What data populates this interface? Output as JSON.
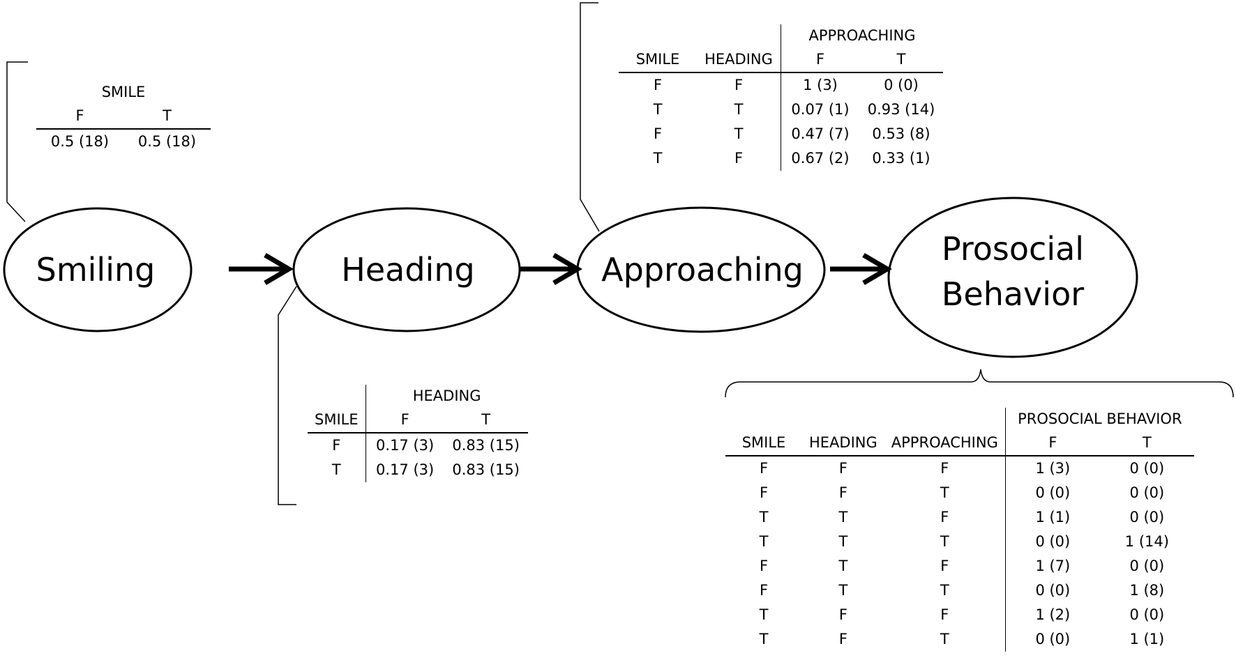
{
  "nodes": {
    "smiling": "Smiling",
    "heading": "Heading",
    "approaching": "Approaching",
    "prosocial_line1": "Prosocial",
    "prosocial_line2": "Behavior"
  },
  "smile_table": {
    "title": "SMILE",
    "cols": [
      "F",
      "T"
    ],
    "values": [
      "0.5 (18)",
      "0.5 (18)"
    ]
  },
  "heading_table": {
    "title": "HEADING",
    "row_header": "SMILE",
    "cols": [
      "F",
      "T"
    ],
    "rows": [
      {
        "smile": "F",
        "f": "0.17 (3)",
        "t": "0.83 (15)"
      },
      {
        "smile": "T",
        "f": "0.17 (3)",
        "t": "0.83 (15)"
      }
    ]
  },
  "approaching_table": {
    "title": "APPROACHING",
    "row_headers": [
      "SMILE",
      "HEADING"
    ],
    "cols": [
      "F",
      "T"
    ],
    "rows": [
      {
        "smile": "F",
        "heading": "F",
        "f": "1 (3)",
        "t": "0 (0)"
      },
      {
        "smile": "T",
        "heading": "T",
        "f": "0.07 (1)",
        "t": "0.93 (14)"
      },
      {
        "smile": "F",
        "heading": "T",
        "f": "0.47 (7)",
        "t": "0.53 (8)"
      },
      {
        "smile": "T",
        "heading": "F",
        "f": "0.67 (2)",
        "t": "0.33 (1)"
      }
    ]
  },
  "prosocial_table": {
    "title": "PROSOCIAL BEHAVIOR",
    "row_headers": [
      "SMILE",
      "HEADING",
      "APPROACHING"
    ],
    "cols": [
      "F",
      "T"
    ],
    "rows": [
      {
        "smile": "F",
        "heading": "F",
        "approaching": "F",
        "f": "1 (3)",
        "t": "0 (0)"
      },
      {
        "smile": "F",
        "heading": "F",
        "approaching": "T",
        "f": "0 (0)",
        "t": "0 (0)"
      },
      {
        "smile": "T",
        "heading": "T",
        "approaching": "F",
        "f": "1 (1)",
        "t": "0 (0)"
      },
      {
        "smile": "T",
        "heading": "T",
        "approaching": "T",
        "f": "0 (0)",
        "t": "1 (14)"
      },
      {
        "smile": "F",
        "heading": "T",
        "approaching": "F",
        "f": "1 (7)",
        "t": "0 (0)"
      },
      {
        "smile": "F",
        "heading": "T",
        "approaching": "T",
        "f": "0 (0)",
        "t": "1 (8)"
      },
      {
        "smile": "T",
        "heading": "F",
        "approaching": "F",
        "f": "1 (2)",
        "t": "0 (0)"
      },
      {
        "smile": "T",
        "heading": "F",
        "approaching": "T",
        "f": "0 (0)",
        "t": "1 (1)"
      }
    ]
  }
}
